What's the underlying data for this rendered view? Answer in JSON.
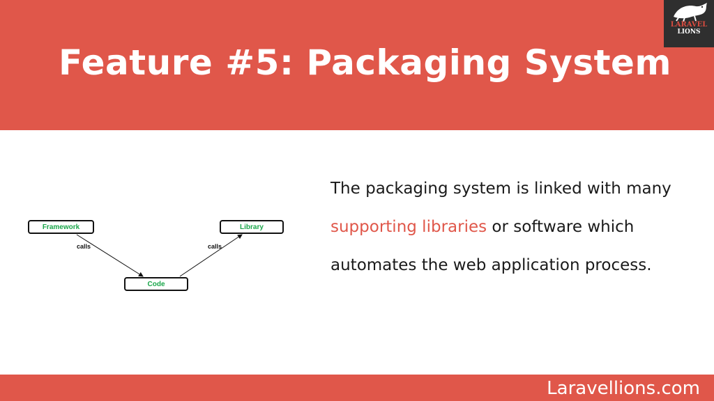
{
  "header": {
    "title": "Feature #5: Packaging System",
    "bg_color": "#e0574a"
  },
  "logo": {
    "line1": "LARAVEL",
    "line2": "LIONS",
    "icon": "lion-icon"
  },
  "diagram": {
    "nodes": {
      "framework": "Framework",
      "library": "Library",
      "code": "Code"
    },
    "edges": {
      "left_label": "calls",
      "right_label": "calls"
    },
    "node_text_color": "#1aa64a"
  },
  "content": {
    "text_before": "The packaging system is linked with many ",
    "highlight": "supporting libraries",
    "text_after": " or software which automates the web application process.",
    "highlight_color": "#e0574a"
  },
  "footer": {
    "site": "Laravellions.com"
  }
}
